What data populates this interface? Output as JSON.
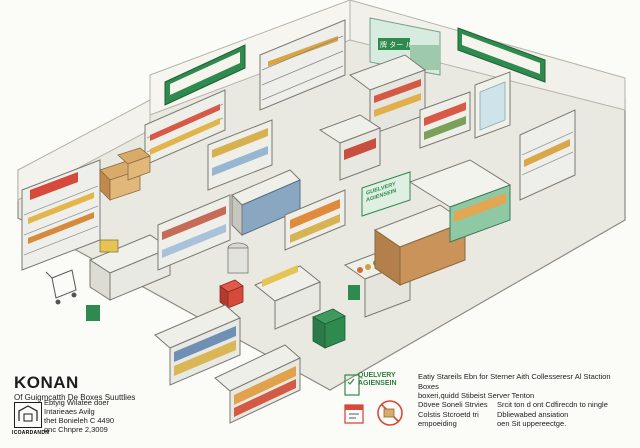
{
  "store": {
    "signs": {
      "top_left_sign": "",
      "top_right_sign": "",
      "banner_window": "牌 ター ル"
    },
    "shelf_labels": {
      "red_banner_left": "",
      "fresh_sign": "GUELVERY AGIENSEIN"
    }
  },
  "brand": {
    "title": "KONAN",
    "subtitle": "Of Guigmcatth De Boxes Suuttlies",
    "body_lines": [
      "Ebtyig Wilatee doer",
      "Intarieaes Avilg",
      "thet Bonieleh C 4490",
      "onc Chnpre 2,3009"
    ],
    "logo_label": "ICOARDANDN"
  },
  "legend": {
    "line1": "Eatiy Stareils Ebn for Sterner Aith Collesseresr  Al Staction Boxes",
    "line2": "boxeri,quidd Stibeist Server Tenton",
    "mid_lines": [
      "Dövee Soneli Strvies",
      "Colstis Stcroetd tri",
      "empoeiding"
    ],
    "right_lines": [
      "Srcit ton d ont Cdfirecdn to ningle",
      "Dbliewabed ansiation",
      "oen Sit uppereectge."
    ],
    "tag_lines": [
      "QUELVERY",
      "AGIENSEIN"
    ]
  },
  "colors": {
    "floor": "#e7e6df",
    "wall": "#f4f3ee",
    "wall_edge": "#d0cfc6",
    "sign_green": "#2e8a4e",
    "shelf_body": "#eeeeea",
    "shelf_shade": "#c9c9c2",
    "wood": "#c9935a",
    "red": "#d64a3c"
  }
}
